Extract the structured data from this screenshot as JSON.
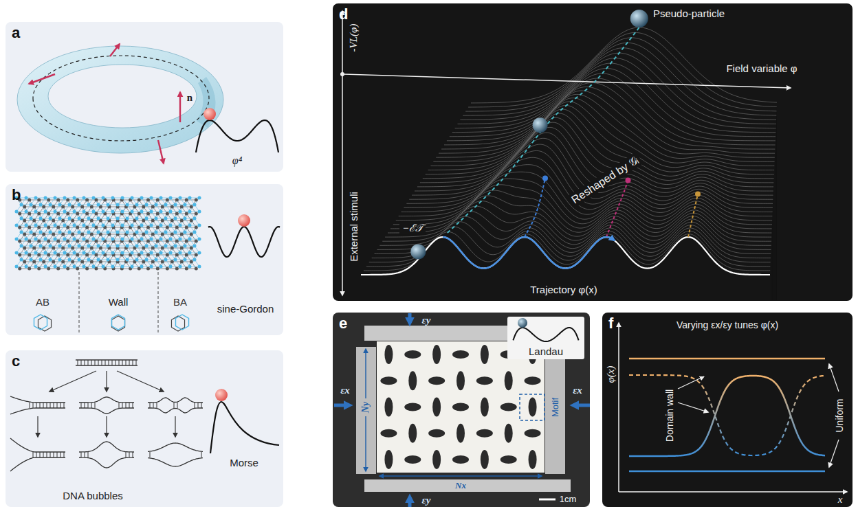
{
  "diagram": {
    "nodes": [
      {
        "text": [
          "a"
        ]
      },
      {
        "text": [
          "b"
        ]
      },
      {
        "text": [
          "c"
        ]
      },
      {
        "text": [
          "d"
        ]
      },
      {
        "text": [
          "e"
        ]
      },
      {
        "text": [
          "f"
        ]
      },
      {
        "text": [
          "Landau"
        ],
        "in": 4
      }
    ],
    "labels": [
      "n",
      "φ⁴",
      "AB",
      "Wall",
      "BA",
      "sine-Gordon",
      "DNA bubbles",
      "Morse",
      "-VL(φ)",
      "Pseudo-particle",
      "Field variable φ",
      "Reshaped by 𝒢ᵢ",
      "External stimuli",
      "−ℰ𝒯",
      "Trajectory φ(x)",
      "εy",
      "εx",
      "Ny",
      "Motif",
      "εx",
      "Nx",
      "εy",
      "1cm",
      "Varying εx/εy tunes φ(x)",
      "φ(x)",
      "Domain wall",
      "Uniform",
      "x"
    ]
  }
}
